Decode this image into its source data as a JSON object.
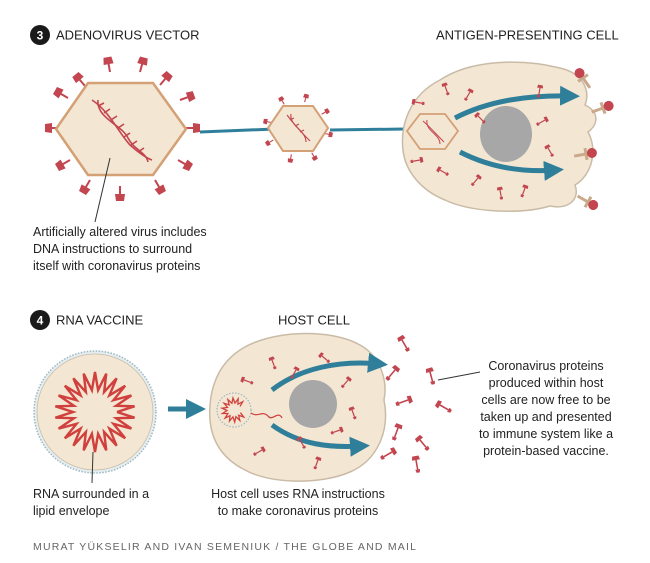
{
  "section3": {
    "number": "3",
    "title": "ADENOVIRUS VECTOR",
    "cell_title": "ANTIGEN-PRESENTING CELL",
    "note_lines": [
      "Artificially altered virus includes",
      "DNA instructions to surround",
      "itself with coronavirus proteins"
    ]
  },
  "section4": {
    "number": "4",
    "title": "RNA VACCINE",
    "cell_title": "HOST CELL",
    "rna_note_lines": [
      "RNA surrounded in a",
      "lipid envelope"
    ],
    "host_note_lines": [
      "Host cell uses RNA instructions",
      "to make coronavirus proteins"
    ],
    "protein_note_lines": [
      "Coronavirus proteins",
      "produced within host",
      "cells are now free to be",
      "taken up and presented",
      "to immune system like a",
      "protein-based vaccine."
    ]
  },
  "credit": "MURAT YÜKSELIR AND IVAN SEMENIUK / THE GLOBE AND MAIL",
  "colors": {
    "cell_fill": "#f3e6d3",
    "cell_stroke": "#c9bba6",
    "virus_stroke": "#d4a075",
    "spike_red": "#c2454f",
    "arrow_teal": "#2f7f9a",
    "nucleus": "#a7a7a7",
    "badge": "#1a1a1a"
  }
}
